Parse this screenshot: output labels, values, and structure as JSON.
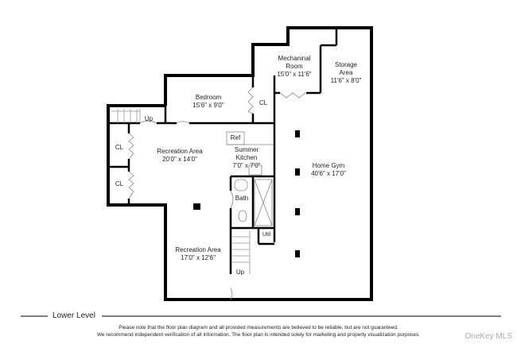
{
  "level_title": "Lower Level",
  "rooms": [
    {
      "name": "Mechaninal\nRoom",
      "line1": "Mechaninal",
      "line2": "Room",
      "dims": "15'0\" x 11'6\""
    },
    {
      "line1": "Storage",
      "line2": "Area",
      "dims": "11'6\" x 8'0\""
    },
    {
      "line1": "Bedroom",
      "dims": "15'6\" x 9'0\""
    },
    {
      "line1": "Recreation Area",
      "dims": "20'0\" x 14'0\""
    },
    {
      "line1": "Summer",
      "line2": "Kitchen",
      "dims": "7'0\" x 7'0\""
    },
    {
      "line1": "Home Gym",
      "dims": "40'6\" x 17'0\""
    },
    {
      "line1": "Recreation Area",
      "dims": "17'0\" x 12'6\""
    }
  ],
  "labels": {
    "cl": "CL",
    "up": "Up",
    "ref": "Ref",
    "bath": "Bath",
    "util": "Util"
  },
  "disclaimer": [
    "Please note that the floor plan diagram and all provided measurements are believed to be reliable, but are not guaranteed.",
    "We recommend independent verification of all information. The floor plan is intended solely for marketing and property visualization purposes."
  ],
  "watermark": "OneKey MLS"
}
